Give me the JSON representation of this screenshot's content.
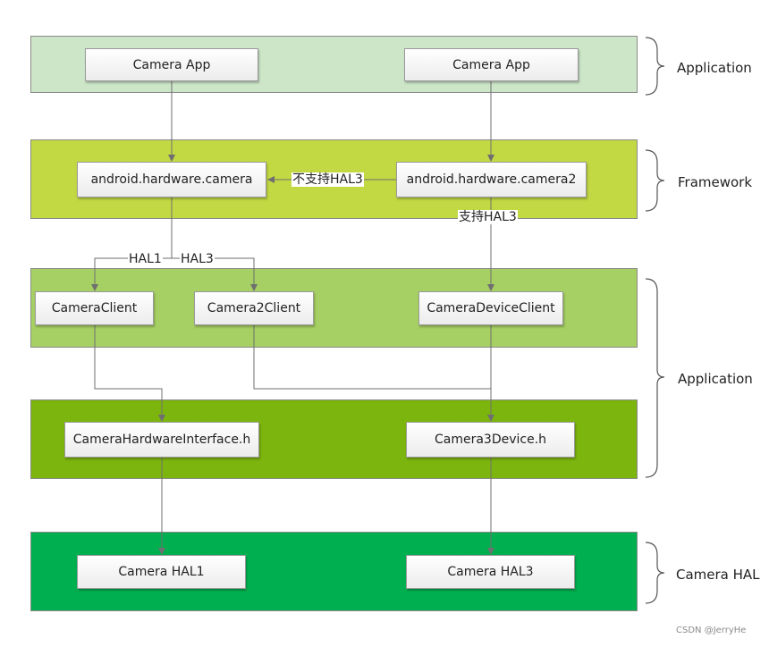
{
  "colors": {
    "app_layer": "#cde6c8",
    "framework_layer": "#c2d943",
    "client_layer": "#a6d063",
    "device_layer": "#7db50f",
    "hal_layer": "#00b050",
    "line": "#6f6f6f"
  },
  "diagram": {
    "nodes": {
      "camera_app_1": "Camera App",
      "camera_app_2": "Camera App",
      "hw_camera": "android.hardware.camera",
      "hw_camera2": "android.hardware.camera2",
      "camera_client": "CameraClient",
      "camera2_client": "Camera2Client",
      "camera_device_client": "CameraDeviceClient",
      "camera_hw_interface": "CameraHardwareInterface.h",
      "camera3_device": "Camera3Device.h",
      "camera_hal1": "Camera HAL1",
      "camera_hal3": "Camera HAL3"
    },
    "edge_labels": {
      "not_support_hal3": "不支持HAL3",
      "support_hal3": "支持HAL3",
      "hal1": "HAL1",
      "hal3": "HAL3"
    },
    "side_labels": {
      "application_top": "Application",
      "framework": "Framework",
      "application_mid": "Application",
      "camera_hal": "Camera HAL"
    }
  },
  "watermark": "CSDN @JerryHe"
}
